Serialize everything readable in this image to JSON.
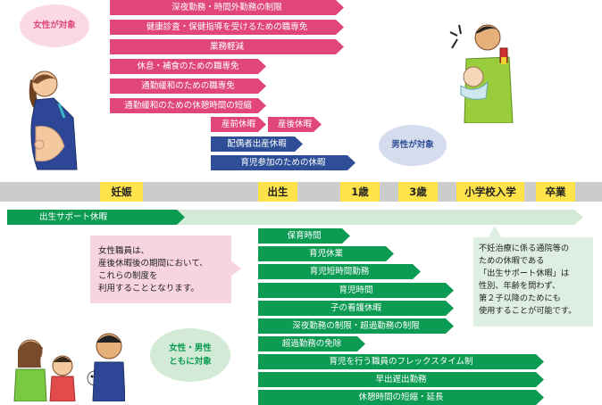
{
  "labels": {
    "women_target": "女性が対象",
    "men_target": "男性が対象",
    "both_target_line1": "女性・男性",
    "both_target_line2": "ともに対象"
  },
  "women_arrows": [
    "深夜勤務・時間外勤務の制限",
    "健康診査・保健指導を受けるための職専免",
    "業務軽減",
    "休息・補食のための職専免",
    "通勤緩和のための職専免",
    "通勤緩和のための休憩時間の短縮",
    "産前休暇",
    "産後休暇"
  ],
  "men_arrows": [
    "配偶者出産休暇",
    "育児参加のための休暇"
  ],
  "timeline": {
    "pregnancy": "妊娠",
    "birth": "出生",
    "age1": "1歳",
    "age3": "3歳",
    "elementary": "小学校入学",
    "graduation": "卒業"
  },
  "birth_support": "出生サポート休暇",
  "both_arrows": [
    "保育時間",
    "育児休業",
    "育児短時間勤務",
    "育児時間",
    "子の看護休暇",
    "深夜勤務の制限・超過勤務の制限",
    "超過勤務の免除",
    "育児を行う職員のフレックスタイム制",
    "早出遅出勤務",
    "休憩時間の短縮・延長"
  ],
  "left_note": [
    "女性職員は、",
    "産後休暇後の期間において、",
    "これらの制度を",
    "利用することとなります。"
  ],
  "right_note": [
    "不妊治療に係る通院等の",
    "ための休暇である",
    "「出生サポート休暇」は",
    "性別、年齢を問わず、",
    "第２子以降のためにも",
    "使用することが可能です。"
  ],
  "colors": {
    "women": "#e0467c",
    "men": "#2e4f97",
    "both": "#0c9b52",
    "timeline_bar": "#cccccc",
    "timeline_mark": "#ffe34a",
    "birth_support": "#d3ebd6",
    "note_left_bg": "#f8d4de",
    "note_right_bg": "#dfeee2"
  }
}
